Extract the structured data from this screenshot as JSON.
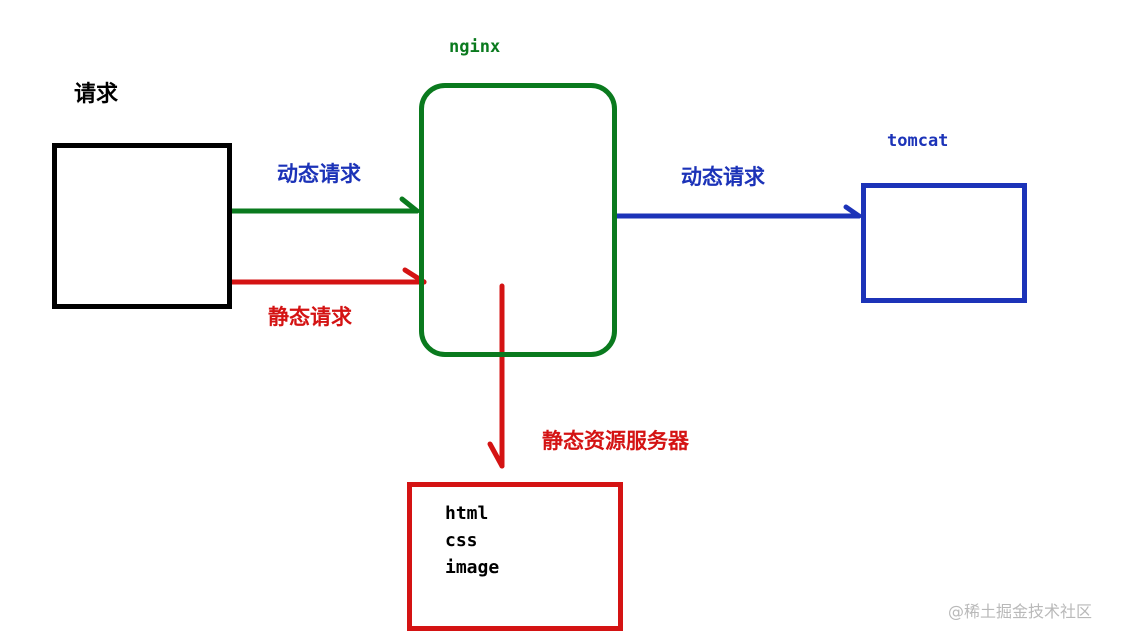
{
  "request_label": "请求",
  "nginx_label": "nginx",
  "tomcat_label": "tomcat",
  "dynamic_request_label": "动态请求",
  "static_request_label": "静态请求",
  "static_server_label": "静态资源服务器",
  "static_files": [
    "html",
    "css",
    "image"
  ],
  "watermark": "@稀土掘金技术社区",
  "colors": {
    "client": "#000000",
    "nginx": "#0a7a1e",
    "tomcat": "#1c33b8",
    "static": "#d41313"
  }
}
